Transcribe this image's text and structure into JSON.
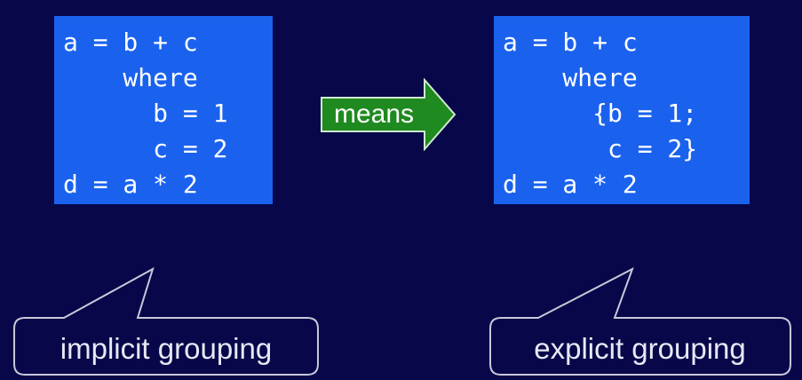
{
  "left_box": {
    "lines": [
      "a = b + c",
      "    where",
      "      b = 1",
      "      c = 2",
      "d = a * 2"
    ]
  },
  "arrow": {
    "label": "means",
    "color": "#1f8a1f"
  },
  "right_box": {
    "lines": [
      "a = b + c",
      "    where",
      "      {b = 1;",
      "       c = 2}",
      "d = a * 2"
    ]
  },
  "callouts": {
    "left": "implicit grouping",
    "right": "explicit grouping"
  },
  "colors": {
    "background": "#07074a",
    "code_box": "#1a62ee",
    "code_text": "#ffffff",
    "callout_border": "#c8c8d8"
  }
}
